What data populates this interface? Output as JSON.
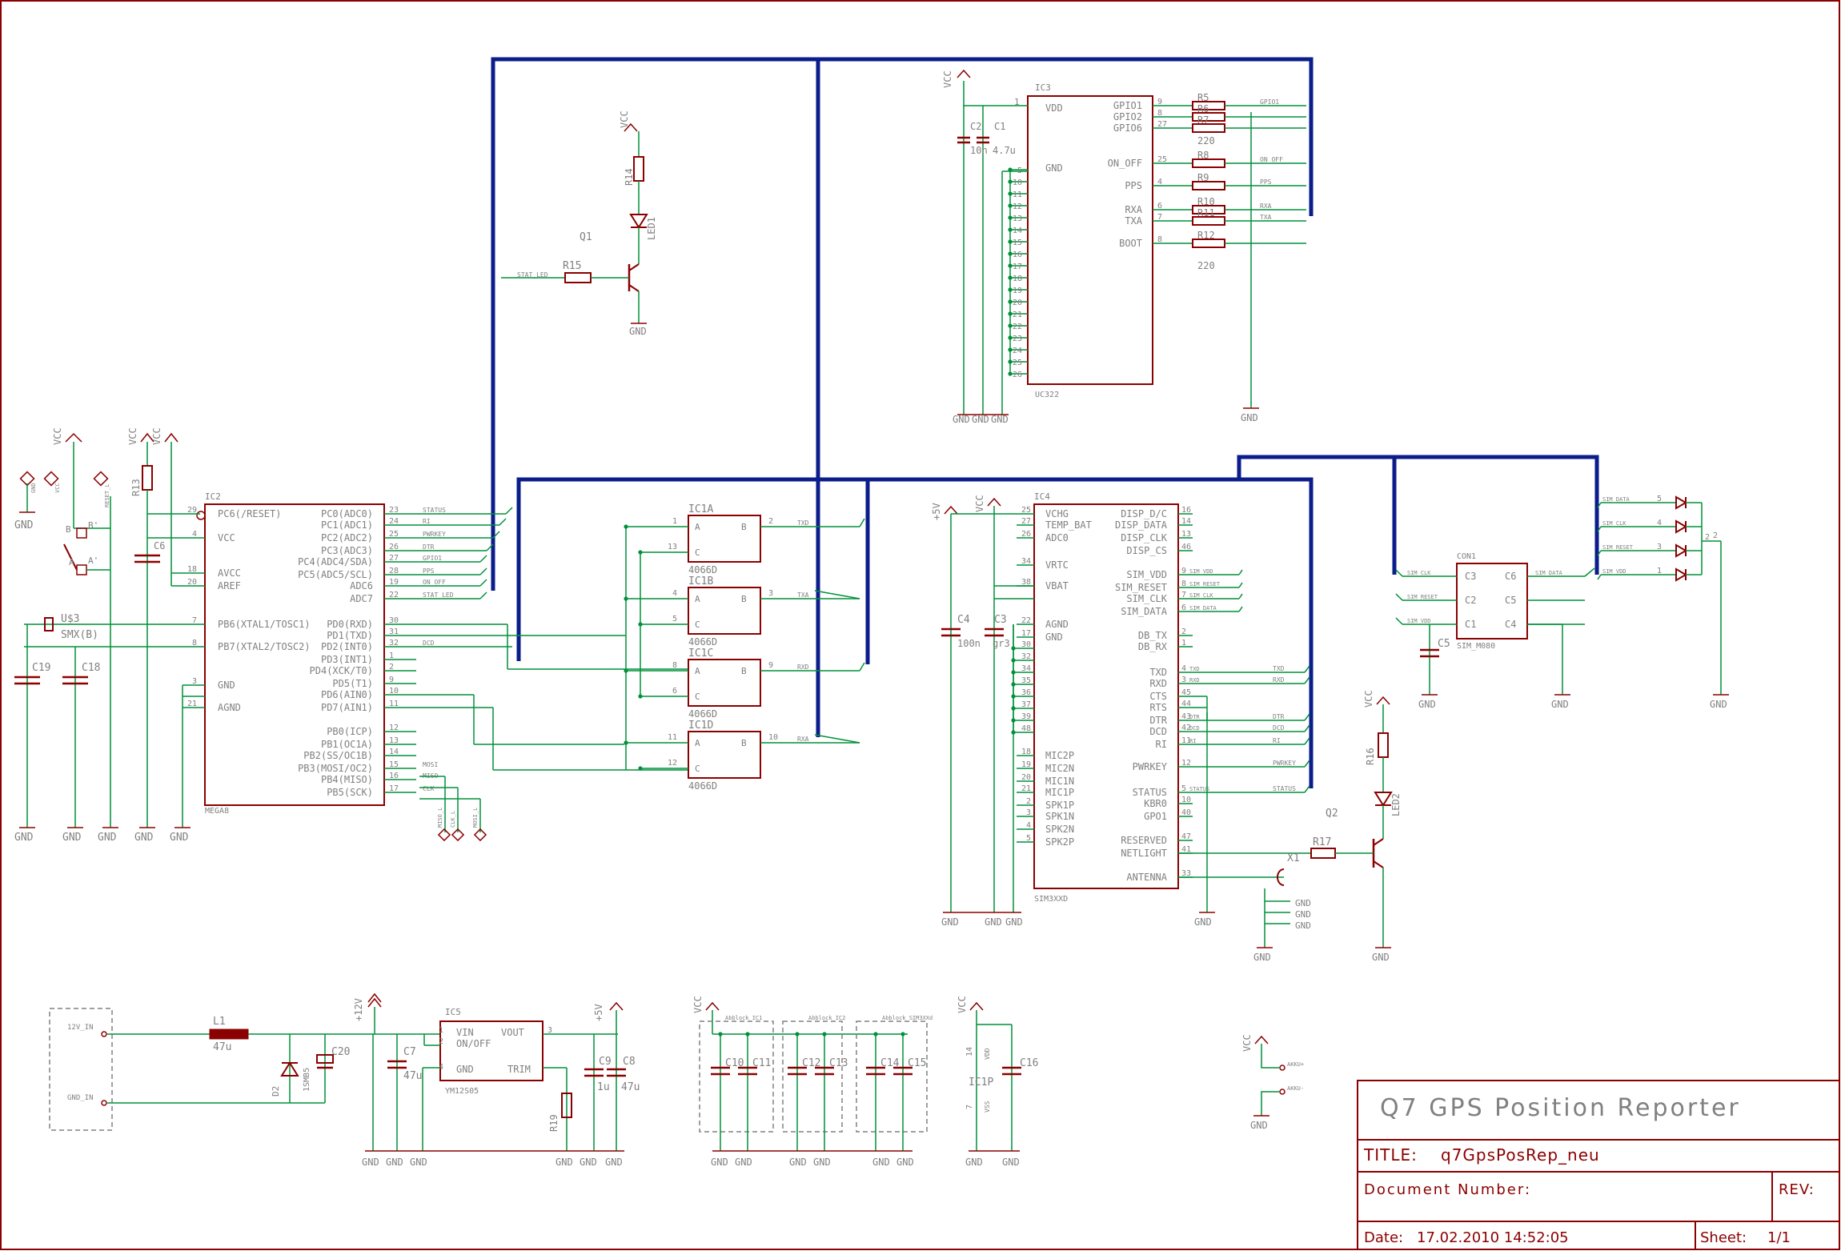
{
  "title_block": {
    "project": "Q7 GPS Position Reporter",
    "title_label": "TITLE:",
    "title_value": "q7GpsPosRep_neu",
    "docnum_label": "Document Number:",
    "rev_label": "REV:",
    "date_label": "Date:",
    "date_value": "17.02.2010 14:52:05",
    "sheet_label": "Sheet:",
    "sheet_value": "1/1"
  },
  "colors": {
    "frame": "#8b0000",
    "wire": "#00913a",
    "bus": "#0b1d8b",
    "part": "#8b0000",
    "text": "#808080"
  },
  "labels": {
    "vcc": "VCC",
    "gnd": "GND",
    "plus5v": "+5V",
    "plus12v": "+12V",
    "ic3_name": "IC3",
    "ic3_type": "UC322",
    "ic3_left": [
      "VDD",
      "GND"
    ],
    "ic3_right": [
      "GPIO1",
      "GPIO2",
      "GPIO6",
      "ON_OFF",
      "PPS",
      "RXA",
      "TXA",
      "BOOT"
    ],
    "ic3_right_nums": [
      "9",
      "8",
      "27",
      "25",
      "4",
      "6",
      "7",
      "8"
    ],
    "ic3_gnd_nums": [
      "5",
      "10",
      "11",
      "12",
      "13",
      "14",
      "15",
      "16",
      "17",
      "18",
      "19",
      "20",
      "21",
      "22",
      "23",
      "24",
      "25",
      "26"
    ],
    "ic3_vdd_num": "1",
    "ic3_nets": [
      "GPIO1",
      "",
      "",
      "ON_OFF",
      "PPS",
      "RXA",
      "TXA",
      ""
    ],
    "res_r": [
      "R5",
      "R6",
      "R7",
      "R8",
      "R9",
      "R10",
      "R11",
      "R12"
    ],
    "res_220": "220",
    "c2": "C2",
    "c2v": "10n",
    "c1": "C1",
    "c1v": "4.7u",
    "r14": "R14",
    "led1": "LED1",
    "q1": "Q1",
    "r15": "R15",
    "stat_led": "STAT_LED",
    "ic2_name": "IC2",
    "ic2_type": "MEGA8",
    "ic2_left": [
      "PC6(/RESET)",
      "VCC",
      "AVCC",
      "AREF",
      "PB6(XTAL1/TOSC1)",
      "PB7(XTAL2/TOSC2)",
      "GND",
      "AGND"
    ],
    "ic2_left_nums": [
      "29",
      "4",
      "18",
      "20",
      "7",
      "8",
      "3",
      "21"
    ],
    "ic2_right": [
      "PC0(ADC0)",
      "PC1(ADC1)",
      "PC2(ADC2)",
      "PC3(ADC3)",
      "PC4(ADC4/SDA)",
      "PC5(ADC5/SCL)",
      "ADC6",
      "ADC7",
      "PD0(RXD)",
      "PD1(TXD)",
      "PD2(INT0)",
      "PD3(INT1)",
      "PD4(XCK/T0)",
      "PD5(T1)",
      "PD6(AIN0)",
      "PD7(AIN1)",
      "PB0(ICP)",
      "PB1(OC1A)",
      "PB2(SS/OC1B)",
      "PB3(MOSI/OC2)",
      "PB4(MISO)",
      "PB5(SCK)"
    ],
    "ic2_right_nums": [
      "23",
      "24",
      "25",
      "26",
      "27",
      "28",
      "19",
      "22",
      "30",
      "31",
      "32",
      "1",
      "2",
      "9",
      "10",
      "11",
      "12",
      "13",
      "14",
      "15",
      "16",
      "17"
    ],
    "ic2_nets": [
      "STATUS",
      "RI",
      "PWRKEY",
      "DTR",
      "GPIO1",
      "PPS",
      "ON_OFF",
      "STAT_LED",
      "",
      "",
      "DCD",
      "",
      "",
      "",
      "",
      "",
      "",
      "",
      "",
      "MOSI",
      "MISO",
      "CLK"
    ],
    "r13": "R13",
    "c6": "C6",
    "u3": "U$3",
    "smx": "SMX(B)",
    "c19": "C19",
    "c18": "C18",
    "reset_l": "RESET_L",
    "vcc_small": "VCC",
    "gnd_small": "GND",
    "jp_a": "A",
    "jp_b": "B",
    "jp_a2": "A'",
    "jp_b2": "B'",
    "isp": [
      "MISO_L",
      "CLK_L",
      "MOSI_L"
    ],
    "ic1": [
      "IC1A",
      "IC1B",
      "IC1C",
      "IC1D"
    ],
    "ic1_type": "4066D",
    "ic1_pins": [
      [
        "1",
        "13",
        "2"
      ],
      [
        "4",
        "5",
        "3"
      ],
      [
        "8",
        "6",
        "9"
      ],
      [
        "11",
        "12",
        "10"
      ]
    ],
    "ic1_nets": [
      "TXD",
      "TXA",
      "RXD",
      "RXA"
    ],
    "gate_a": "A",
    "gate_b": "B",
    "gate_c": "C",
    "ic4_name": "IC4",
    "ic4_type": "SIM3XXD",
    "ic4_left": [
      "VCHG",
      "TEMP_BAT",
      "ADC0",
      "VRTC",
      "VBAT",
      "AGND",
      "GND",
      "MIC2P",
      "MIC2N",
      "MIC1N",
      "MIC1P",
      "SPK1P",
      "SPK1N",
      "SPK2N",
      "SPK2P"
    ],
    "ic4_left_nums": [
      "25",
      "27",
      "26",
      "34",
      "38",
      "22",
      "17",
      "18",
      "19",
      "20",
      "21",
      "2",
      "3",
      "4",
      "5"
    ],
    "ic4_right": [
      "DISP_D/C",
      "DISP_DATA",
      "DISP_CLK",
      "DISP_CS",
      "SIM_VDD",
      "SIM_RESET",
      "SIM_CLK",
      "SIM_DATA",
      "DB_TX",
      "DB_RX",
      "TXD",
      "RXD",
      "CTS",
      "RTS",
      "DTR",
      "DCD",
      "RI",
      "PWRKEY",
      "STATUS",
      "KBR0",
      "GPO1",
      "RESERVED",
      "NETLIGHT",
      "ANTENNA"
    ],
    "ic4_right_nums": [
      "16",
      "14",
      "13",
      "46",
      "9",
      "8",
      "7",
      "6",
      "2",
      "1",
      "4",
      "3",
      "45",
      "44",
      "43",
      "42",
      "11",
      "12",
      "5",
      "10",
      "40",
      "47",
      "41",
      "33"
    ],
    "ic4_nets": [
      "",
      "",
      "",
      "",
      "SIM_VDD",
      "SIM_RESET",
      "SIM_CLK",
      "SIM_DATA",
      "",
      "",
      "TXD",
      "RXD",
      "",
      "",
      "DTR",
      "DCD",
      "RI",
      "",
      "STATUS",
      "",
      "",
      "",
      "",
      ""
    ],
    "ic4_gnd_nums": [
      "30",
      "32",
      "34",
      "35",
      "36",
      "37",
      "39",
      "48"
    ],
    "c4": "C4",
    "c4v": "100n",
    "c3": "C3",
    "c3v": "gr3",
    "con1": "CON1",
    "con1_type": "SIM_M080",
    "con1_left": [
      "C3",
      "C2",
      "C1"
    ],
    "con1_right": [
      "C6",
      "C5",
      "C4"
    ],
    "con1_nets_l": [
      "SIM_CLK",
      "SIM_RESET",
      "SIM_VDD"
    ],
    "con1_nets_r": [
      "SIM_DATA",
      "",
      ""
    ],
    "c5": "C5",
    "zener_nets": [
      "SIM_DATA",
      "SIM_CLK",
      "SIM_RESET",
      "SIM_VDD"
    ],
    "zener_nums": [
      "5",
      "4",
      "3",
      "1"
    ],
    "r16": "R16",
    "led2": "LED2",
    "q2": "Q2",
    "r17": "R17",
    "x1": "X1",
    "ant_gnd": [
      "GND",
      "GND",
      "GND"
    ],
    "ic5_name": "IC5",
    "ic5_type": "YM12S05",
    "ic5_pins": [
      "VIN",
      "ON/OFF",
      "GND",
      "VOUT",
      "TRIM"
    ],
    "ic5_nums": [
      "1",
      "2",
      "4",
      "3"
    ],
    "l1": "L1",
    "l1v": "47u",
    "d2": "D2",
    "d2v": "1SMB5",
    "c20": "C20",
    "c7": "C7",
    "c7v": "47u",
    "c9": "C9",
    "c9v": "1u",
    "c8": "C8",
    "c8v": "47u",
    "r19": "R19",
    "in12": "12V_IN",
    "gndin": "GND_IN",
    "decoup_frames": [
      "Abblock_IC1",
      "Abblock_IC2",
      "Abblock_SIM3XXd"
    ],
    "c10": "C10",
    "c11": "C11",
    "c12": "C12",
    "c13": "C13",
    "c14": "C14",
    "c15": "C15",
    "ic1p": "IC1P",
    "vdd": "VDD",
    "vss": "VSS",
    "c16": "C16",
    "pin14": "14",
    "pin7": "7",
    "akku_plus": "AKKU+",
    "akku_minus": "AKKU-"
  }
}
